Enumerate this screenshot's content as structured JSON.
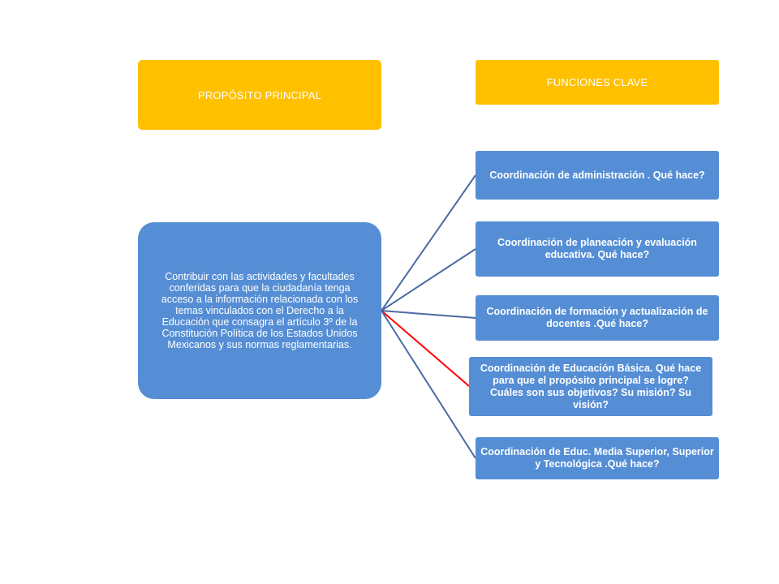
{
  "header": {
    "left_label": "PROPÓSITO PRINCIPAL",
    "right_label": "FUNCIONES CLAVE"
  },
  "main": {
    "text": "Contribuir con las actividades y facultades conferidas para que la ciudadanía tenga acceso a la información relacionada con los temas vinculados con el Derecho a la Educación que consagra el artículo 3º de la Constitución Política de los Estados Unidos Mexicanos y sus normas reglamentarias."
  },
  "functions": [
    {
      "label": "Coordinación de administración . Qué hace?"
    },
    {
      "label": "Coordinación de planeación y evaluación educativa. Qué hace?"
    },
    {
      "label": "Coordinación de formación y actualización de docentes .Qué hace?"
    },
    {
      "label": "Coordinación de Educación Básica. Qué hace para que el propósito principal se logre? Cuáles son sus objetivos? Su misión? Su visión?"
    },
    {
      "label": "Coordinación  de Educ. Media Superior, Superior y Tecnológica .Qué hace?"
    }
  ],
  "colors": {
    "header_fill": "#ffc000",
    "box_fill": "#558ed5",
    "connector": "#4a6aa0",
    "highlight_connector": "#ff0000"
  }
}
